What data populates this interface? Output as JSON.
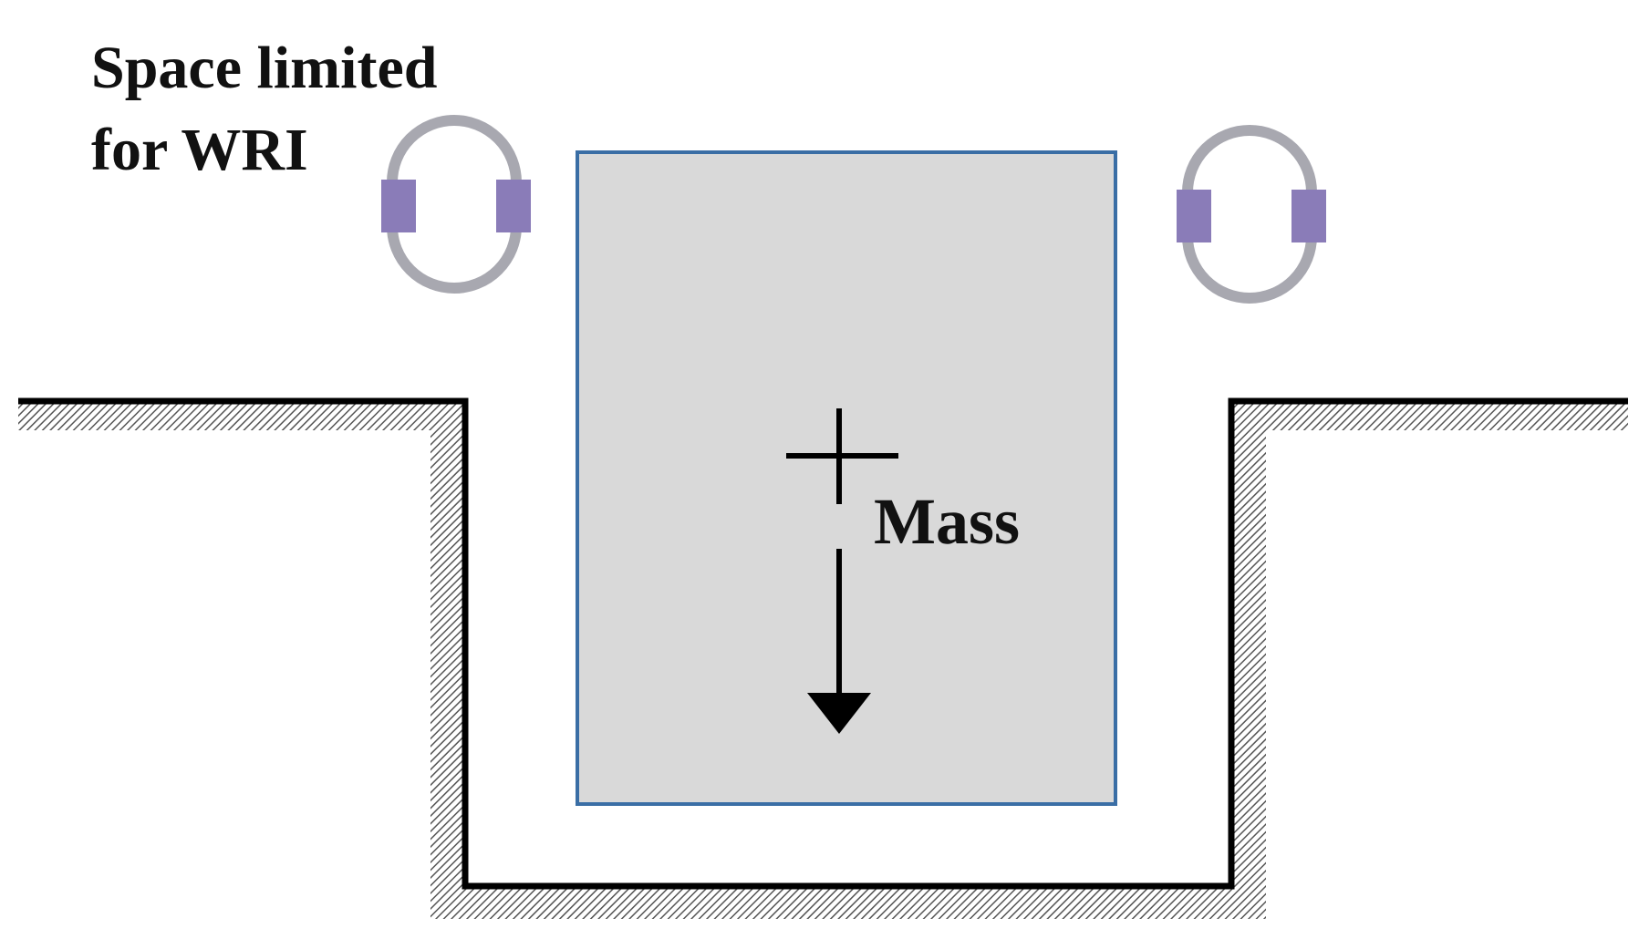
{
  "labels": {
    "space_line1": "Space limited",
    "space_line2": "for WRI",
    "mass": "Mass"
  },
  "colors": {
    "background": "#ffffff",
    "mass_fill": "#d9d9d9",
    "mass_border": "#3a6ea5",
    "ground_line": "#000000",
    "hatch": "#555555",
    "wri_ring": "#a8a8b0",
    "wri_pad": "#8a7cb8",
    "arrow": "#000000"
  },
  "icons": [
    "wri-ring-icon",
    "center-of-mass-icon",
    "gravity-arrow-icon"
  ]
}
